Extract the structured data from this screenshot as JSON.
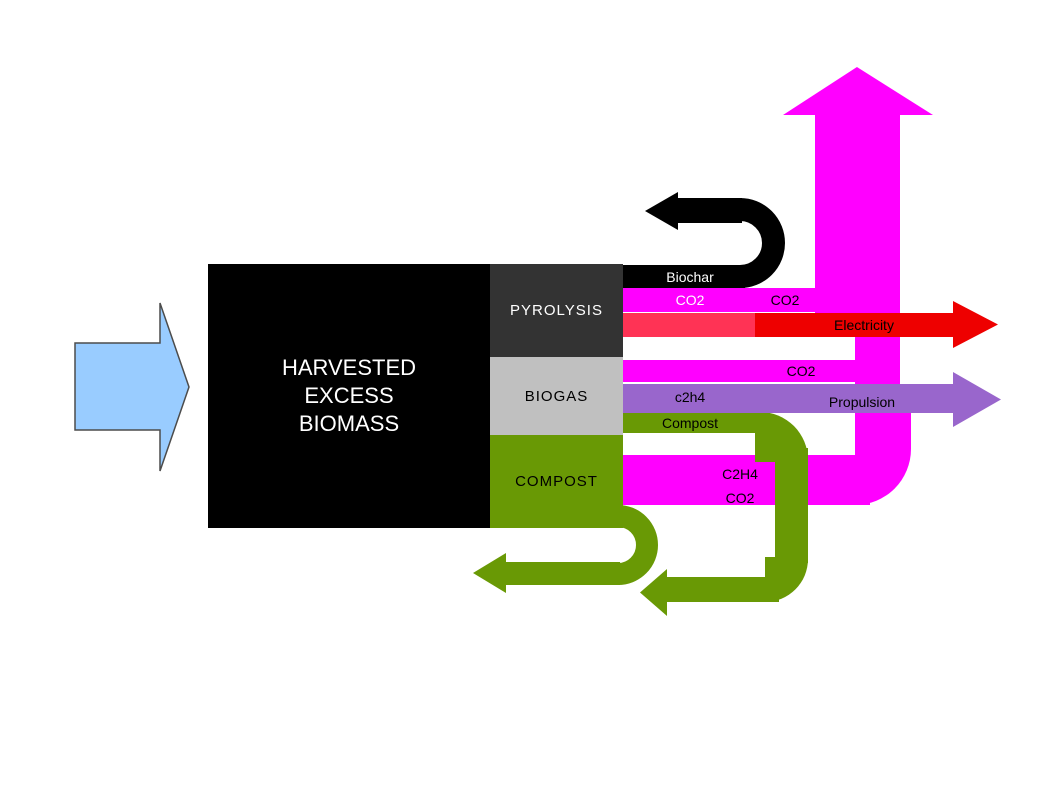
{
  "diagram": {
    "input_arrow": {
      "color": "#99ccff"
    },
    "source": {
      "lines": [
        "HARVESTED",
        "EXCESS",
        "BIOMASS"
      ],
      "color": "#000000"
    },
    "processes": [
      {
        "label": "PYROLYSIS",
        "color": "#333333"
      },
      {
        "label": "BIOGAS",
        "color": "#c0c0c0"
      },
      {
        "label": "COMPOST",
        "color": "#699905"
      }
    ],
    "flows": {
      "biochar": {
        "label": "Biochar",
        "color": "#000000"
      },
      "pyrolysis_co2": {
        "label": "CO2",
        "color": "#ff00ff"
      },
      "pyrolysis_co2_riser": {
        "label": "CO2",
        "color": "#ff00ff"
      },
      "electricity": {
        "label": "Electricity",
        "color": "#ee0000",
        "source_color": "#ff3355"
      },
      "biogas_co2": {
        "label": "CO2",
        "color": "#ff00ff"
      },
      "biogas_c2h4": {
        "label": "c2h4",
        "color": "#9966cc"
      },
      "propulsion": {
        "label": "Propulsion",
        "color": "#9966cc"
      },
      "compost_recycle": {
        "label": "Compost",
        "color": "#699905"
      },
      "compost_c2h4": {
        "label": "C2H4",
        "color": "#ff00ff"
      },
      "compost_co2": {
        "label": "CO2",
        "color": "#ff00ff"
      }
    }
  }
}
